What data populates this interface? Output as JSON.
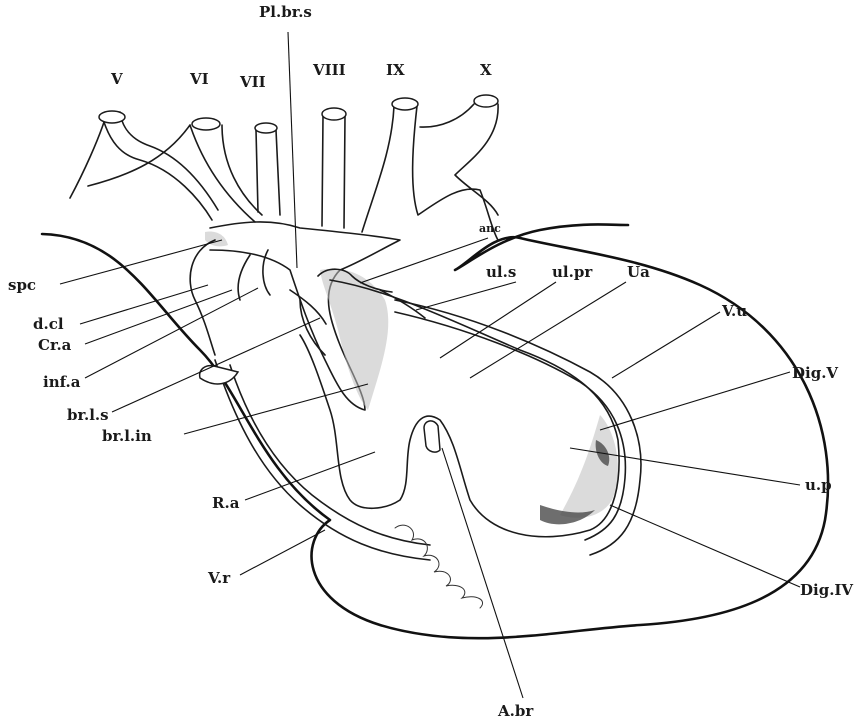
{
  "labels": {
    "pl_br_s": "Pl.br.s",
    "cn_v": "V",
    "cn_vi": "VI",
    "cn_vii": "VII",
    "cn_viii": "VIII",
    "cn_ix": "IX",
    "cn_x": "X",
    "anc": "anc",
    "spc": "spc",
    "ul_s": "ul.s",
    "ul_pr": "ul.pr",
    "ua": "Ua",
    "v_u": "V.u",
    "d_cl": "d.cl",
    "cr_a": "Cr.a",
    "dig_v": "Dig.V",
    "inf_a": "inf.a",
    "br_l_s": "br.l.s",
    "br_l_in": "br.l.in",
    "u_p": "u.p",
    "r_a": "R.a",
    "v_r": "V.r",
    "dig_iv": "Dig.IV",
    "a_br": "A.br"
  }
}
